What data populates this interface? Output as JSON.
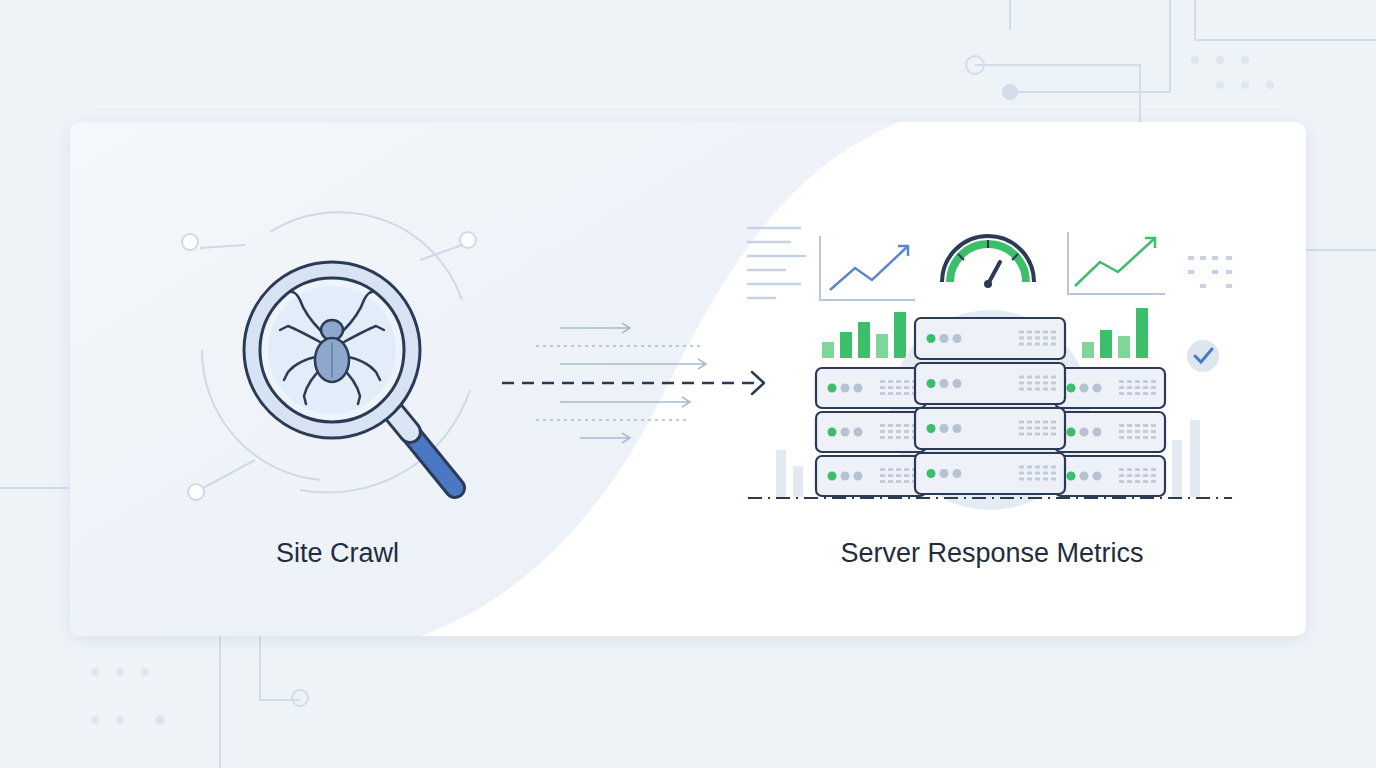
{
  "diagram": {
    "nodes": [
      {
        "text": [
          "Site Crawl"
        ]
      },
      {
        "text": [
          "Server Response Metrics"
        ]
      }
    ],
    "edges": [
      {
        "from": 0,
        "to": 1,
        "arrow": "to"
      }
    ]
  }
}
